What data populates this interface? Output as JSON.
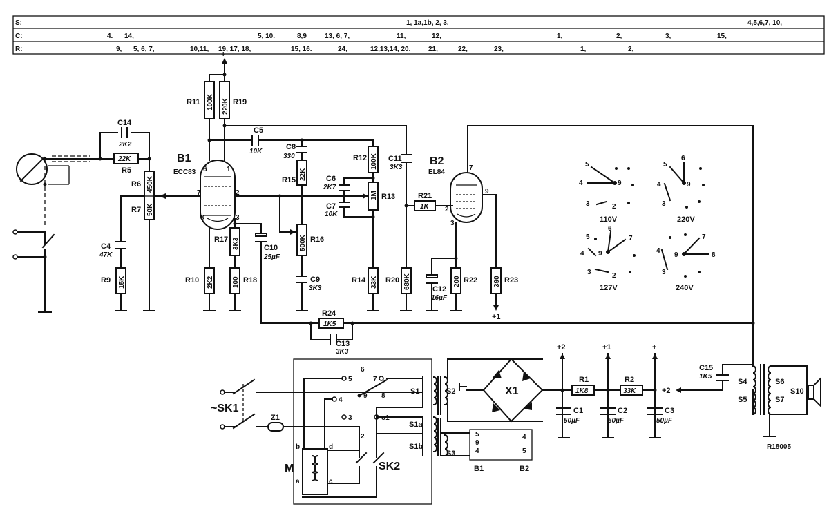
{
  "header": {
    "row_s": {
      "label": "S:",
      "entries": [
        "1, 1a,1b, 2, 3,",
        "4,5,6,7, 10,"
      ]
    },
    "row_c": {
      "label": "C:",
      "entries": [
        "4.",
        "14,",
        "5, 10.",
        "8,9",
        "13, 6, 7,",
        "11,",
        "12,",
        "1,",
        "2,",
        "3,",
        "15,"
      ]
    },
    "row_r": {
      "label": "R:",
      "entries": [
        "9,",
        "5, 6, 7,",
        "10,11,",
        "19, 17, 18,",
        "15, 16.",
        "24,",
        "12,13,14, 20.",
        "21,",
        "22,",
        "23,",
        "1,",
        "2,"
      ]
    }
  },
  "tubes": {
    "b1": {
      "name": "B1",
      "type": "ECC83"
    },
    "b2": {
      "name": "B2",
      "type": "EL84"
    }
  },
  "resistors": {
    "r1": {
      "ref": "R1",
      "value": "1K8"
    },
    "r2": {
      "ref": "R2",
      "value": "33K"
    },
    "r5": {
      "ref": "R5",
      "value": "22K"
    },
    "r6": {
      "ref": "R6",
      "value": "450K"
    },
    "r7": {
      "ref": "R7",
      "value": "50K"
    },
    "r9": {
      "ref": "R9",
      "value": "15K"
    },
    "r10": {
      "ref": "R10",
      "value": "2K2"
    },
    "r11": {
      "ref": "R11",
      "value": "100K"
    },
    "r12": {
      "ref": "R12",
      "value": "100K"
    },
    "r13": {
      "ref": "R13",
      "value": "1M"
    },
    "r14": {
      "ref": "R14",
      "value": "33K"
    },
    "r15": {
      "ref": "R15",
      "value": "22K"
    },
    "r16": {
      "ref": "R16",
      "value": "500K"
    },
    "r17": {
      "ref": "R17",
      "value": "3K3"
    },
    "r18": {
      "ref": "R18",
      "value": "100"
    },
    "r19": {
      "ref": "R19",
      "value": "220K"
    },
    "r20": {
      "ref": "R20",
      "value": "680K"
    },
    "r21": {
      "ref": "R21",
      "value": "1K"
    },
    "r22": {
      "ref": "R22",
      "value": "200"
    },
    "r23": {
      "ref": "R23",
      "value": "390"
    },
    "r24": {
      "ref": "R24",
      "value": "1K5"
    }
  },
  "capacitors": {
    "c1": {
      "ref": "C1",
      "value": "50µF"
    },
    "c2": {
      "ref": "C2",
      "value": "50µF"
    },
    "c3": {
      "ref": "C3",
      "value": "50µF"
    },
    "c4": {
      "ref": "C4",
      "value": "47K"
    },
    "c5": {
      "ref": "C5",
      "value": "10K"
    },
    "c6": {
      "ref": "C6",
      "value": "2K7"
    },
    "c7": {
      "ref": "C7",
      "value": "10K"
    },
    "c8": {
      "ref": "C8",
      "value": "330"
    },
    "c9": {
      "ref": "C9",
      "value": "3K3"
    },
    "c10": {
      "ref": "C10",
      "value": "25µF"
    },
    "c11": {
      "ref": "C11",
      "value": "3K3"
    },
    "c12": {
      "ref": "C12",
      "value": "16µF"
    },
    "c13": {
      "ref": "C13",
      "value": "3K3"
    },
    "c14": {
      "ref": "C14",
      "value": "2K2"
    },
    "c15": {
      "ref": "C15",
      "value": "1K5"
    }
  },
  "pins": {
    "b1": [
      "6",
      "7",
      "2",
      "8",
      "3",
      "1"
    ],
    "b2": [
      "7",
      "2",
      "9",
      "3"
    ]
  },
  "supply": {
    "plus": "+",
    "plus1": "+1",
    "plus2": "+2"
  },
  "rectifier": {
    "ref": "X1"
  },
  "transformer": {
    "primary": [
      "S1",
      "S1a",
      "S1b"
    ],
    "secondary": [
      "S2",
      "S3"
    ],
    "heater_labels": [
      "B1",
      "B2"
    ],
    "heater_pins": [
      "5",
      "9",
      "4",
      "4",
      "5"
    ]
  },
  "output_transformer": {
    "windings": [
      "S4",
      "S5",
      "S6",
      "S7"
    ],
    "speaker": "S10"
  },
  "mains": {
    "switch": "~SK1",
    "fuse": "Z1",
    "motor": "M",
    "motor_switch": "SK2",
    "motor_pins": [
      "b",
      "d",
      "a",
      "c"
    ]
  },
  "selector": {
    "taps": [
      "5",
      "6",
      "7",
      "8",
      "4",
      "9",
      "3",
      "o1",
      "2"
    ]
  },
  "voltage_settings": [
    {
      "label": "110V",
      "pins": [
        "5",
        "4",
        "9",
        "3",
        "2"
      ]
    },
    {
      "label": "220V",
      "pins": [
        "6",
        "5",
        "4",
        "9",
        "3"
      ]
    },
    {
      "label": "127V",
      "pins": [
        "6",
        "5",
        "7",
        "4",
        "9",
        "3",
        "2"
      ]
    },
    {
      "label": "240V",
      "pins": [
        "7",
        "4",
        "9",
        "8",
        "3"
      ]
    }
  ],
  "drawing_ref": "R18005"
}
